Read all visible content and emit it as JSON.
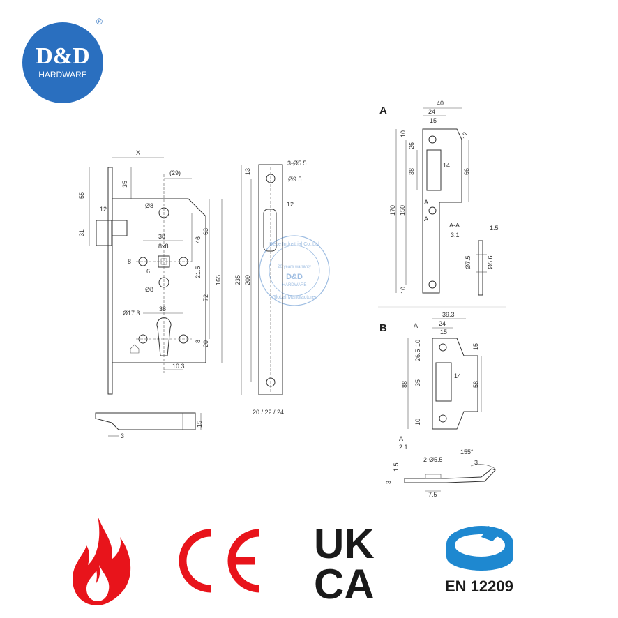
{
  "brand": {
    "name": "D&D",
    "sub": "HARDWARE",
    "registered": "®",
    "color": "#2a6fbf"
  },
  "watermark": {
    "top": "Dede Industrial Co.,Ltd",
    "middle": "20 years warranty",
    "brand": "D&D",
    "sub": "HARDWARE",
    "bottom": "Global Manufacturer"
  },
  "sections": {
    "a": "A",
    "b": "B",
    "aa": "A-A",
    "aa_scale": "3:1",
    "a_detail": "A",
    "a_detail_scale": "2:1"
  },
  "dims_body": {
    "x": "X",
    "d29": "(29)",
    "d55": "55",
    "d35": "35",
    "d12": "12",
    "d31": "31",
    "d8a": "Ø8",
    "d38a": "38",
    "d8x8": "8x8",
    "d8": "8",
    "d6": "6",
    "d8b": "Ø8",
    "d46": "46",
    "d63": "63",
    "d215": "21.5",
    "d72": "72",
    "d165": "165",
    "d173": "Ø17.3",
    "d38b": "38",
    "d8c": "8",
    "d20": "20",
    "d103": "10.3",
    "d15": "15",
    "d3": "3"
  },
  "dims_plate": {
    "holes": "3-Ø5.5",
    "d95": "Ø9.5",
    "d12": "12",
    "d235": "235",
    "d209": "209",
    "d13": "13",
    "widths": "20 / 22 / 24"
  },
  "dims_a": {
    "d40": "40",
    "d24": "24",
    "d15": "15",
    "d12": "12",
    "d10a": "10",
    "d26": "26",
    "d38": "38",
    "d14": "14",
    "d66": "66",
    "d170": "170",
    "d150": "150",
    "d10b": "10",
    "lA1": "A",
    "lA2": "A",
    "d15b": "1.5",
    "d75": "Ø7.5",
    "d56": "Ø5.6"
  },
  "dims_b": {
    "d393": "39.3",
    "d24": "24",
    "d15": "15",
    "d10a": "10",
    "d265": "26.5",
    "d15r": "15",
    "d88": "88",
    "d35": "35",
    "d14": "14",
    "d58": "58",
    "d10b": "10",
    "lA": "A",
    "holes": "2-Ø5.5",
    "d155": "155°",
    "d3": "3",
    "d15b": "1.5",
    "d3b": "3",
    "d75": "7.5"
  },
  "certifications": {
    "fire": "fire-rated",
    "ce": "CE",
    "uk": "UK",
    "ca": "CA",
    "en": "EN 12209"
  },
  "colors": {
    "fire": "#e8141b",
    "ce": "#e8141b",
    "ukca": "#1a1a1a",
    "en_arrow": "#1e88d0"
  }
}
